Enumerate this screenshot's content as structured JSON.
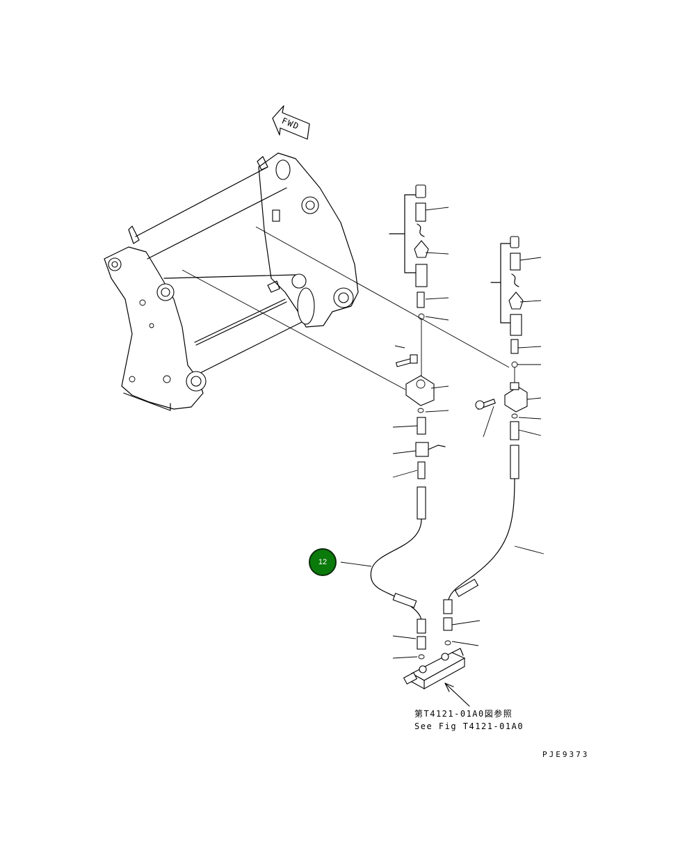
{
  "diagram": {
    "fwd_label": "FWD",
    "reference_jp": "第T4121-01A0図参照",
    "reference_en": "See Fig T4121-01A0",
    "drawing_number": "PJE9373",
    "callouts": [
      {
        "label": "12"
      }
    ]
  },
  "colors": {
    "callout_fill": "#0a7a0a",
    "callout_border": "#0b2b0b",
    "line": "#000000",
    "background": "#ffffff"
  }
}
